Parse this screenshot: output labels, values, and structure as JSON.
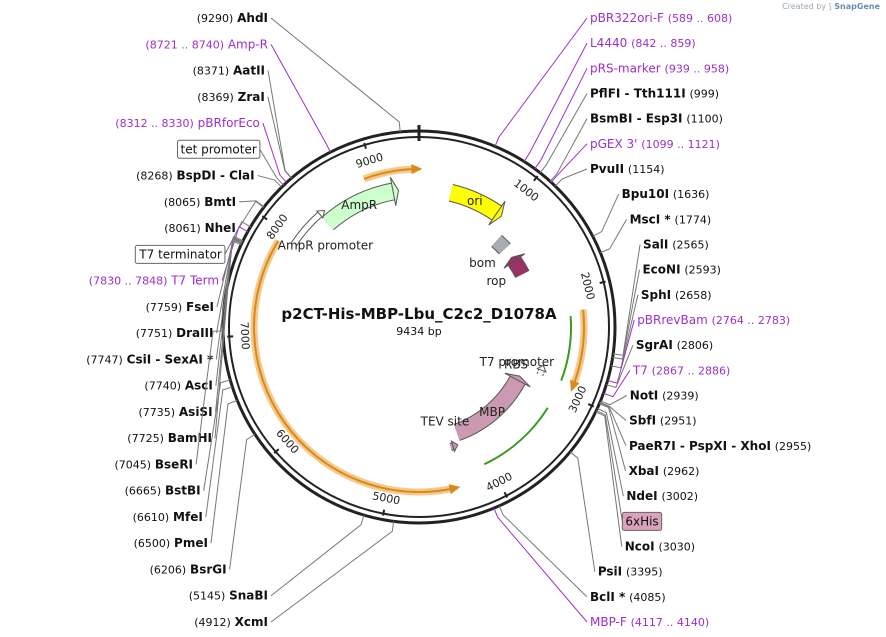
{
  "credit": {
    "prefix": "Created by",
    "brand": "SnapGene"
  },
  "plasmid": {
    "name": "p2CT-His-MBP-Lbu_C2c2_D1078A",
    "size_label": "9434 bp",
    "total_bp": 9434
  },
  "ticks": [
    {
      "bp": 1000,
      "label": "1000"
    },
    {
      "bp": 2000,
      "label": "2000"
    },
    {
      "bp": 3000,
      "label": "3000"
    },
    {
      "bp": 4000,
      "label": "4000"
    },
    {
      "bp": 5000,
      "label": "5000"
    },
    {
      "bp": 6000,
      "label": "6000"
    },
    {
      "bp": 7000,
      "label": "7000"
    },
    {
      "bp": 8000,
      "label": "8000"
    },
    {
      "bp": 9000,
      "label": "9000"
    }
  ],
  "features": [
    {
      "label": "AmpR",
      "bp_start": 8350,
      "bp_end": 9150,
      "color": "#ccffcc",
      "strand": "+"
    },
    {
      "label": "ori",
      "bp_start": 350,
      "bp_end": 900,
      "color": "#ffff00",
      "strand": "+"
    },
    {
      "label": "bom",
      "bp_start": 1100,
      "bp_end": 1250,
      "color": "#a8adb3",
      "strand": "none"
    },
    {
      "label": "rop",
      "bp_start": 1450,
      "bp_end": 1650,
      "color": "#993366",
      "strand": "-"
    },
    {
      "label": "AmpR promoter",
      "bp_start": 7950,
      "bp_end": 8350,
      "color": "#ffffff",
      "strand": "+"
    },
    {
      "label": "T7 promoter",
      "bp_start": 2867,
      "bp_end": 2886,
      "color": "#ffffff",
      "strand": "-"
    },
    {
      "label": "RBS",
      "bp_start": 2900,
      "bp_end": 2925,
      "color": "#ffffff",
      "strand": "none"
    },
    {
      "label": "MBP",
      "bp_start": 3100,
      "bp_end": 4200,
      "color": "#cc99b2",
      "strand": "-"
    },
    {
      "label": "TEV site",
      "bp_start": 4300,
      "bp_end": 4330,
      "color": "#cc99b2",
      "strand": "-"
    }
  ],
  "sites": [
    {
      "name": "AhdI",
      "pos": "(9290)",
      "bp": 9290,
      "kind": "enzyme",
      "side": "left"
    },
    {
      "name": "Amp-R",
      "pos": "(8721 .. 8740)",
      "bp": 8730,
      "kind": "primer",
      "side": "left"
    },
    {
      "name": "AatII",
      "pos": "(8371)",
      "bp": 8371,
      "kind": "enzyme",
      "side": "left"
    },
    {
      "name": "ZraI",
      "pos": "(8369)",
      "bp": 8369,
      "kind": "enzyme",
      "side": "left"
    },
    {
      "name": "pBRforEco",
      "pos": "(8312 .. 8330)",
      "bp": 8321,
      "kind": "primer",
      "side": "left"
    },
    {
      "name": "tet promoter",
      "pos": "",
      "bp": 8290,
      "kind": "boxed",
      "side": "left"
    },
    {
      "name": "BspDI - ClaI",
      "pos": "(8268)",
      "bp": 8268,
      "kind": "enzyme",
      "side": "left"
    },
    {
      "name": "BmtI",
      "pos": "(8065)",
      "bp": 8065,
      "kind": "enzyme",
      "side": "left"
    },
    {
      "name": "NheI",
      "pos": "(8061)",
      "bp": 8061,
      "kind": "enzyme",
      "side": "left"
    },
    {
      "name": "T7 terminator",
      "pos": "",
      "bp": 7880,
      "kind": "boxed",
      "side": "left"
    },
    {
      "name": "T7 Term",
      "pos": "(7830 .. 7848)",
      "bp": 7839,
      "kind": "primer",
      "side": "left"
    },
    {
      "name": "FseI",
      "pos": "(7759)",
      "bp": 7759,
      "kind": "enzyme",
      "side": "left"
    },
    {
      "name": "DraIII",
      "pos": "(7751)",
      "bp": 7751,
      "kind": "enzyme",
      "side": "left"
    },
    {
      "name": "CsiI - SexAI *",
      "pos": "(7747)",
      "bp": 7747,
      "kind": "enzyme",
      "side": "left"
    },
    {
      "name": "AscI",
      "pos": "(7740)",
      "bp": 7740,
      "kind": "enzyme",
      "side": "left"
    },
    {
      "name": "AsiSI",
      "pos": "(7735)",
      "bp": 7735,
      "kind": "enzyme",
      "side": "left"
    },
    {
      "name": "BamHI",
      "pos": "(7725)",
      "bp": 7725,
      "kind": "enzyme",
      "side": "left"
    },
    {
      "name": "BseRI",
      "pos": "(7045)",
      "bp": 7045,
      "kind": "enzyme",
      "side": "left"
    },
    {
      "name": "BstBI",
      "pos": "(6665)",
      "bp": 6665,
      "kind": "enzyme",
      "side": "left"
    },
    {
      "name": "MfeI",
      "pos": "(6610)",
      "bp": 6610,
      "kind": "enzyme",
      "side": "left"
    },
    {
      "name": "PmeI",
      "pos": "(6500)",
      "bp": 6500,
      "kind": "enzyme",
      "side": "left"
    },
    {
      "name": "BsrGI",
      "pos": "(6206)",
      "bp": 6206,
      "kind": "enzyme",
      "side": "left"
    },
    {
      "name": "SnaBI",
      "pos": "(5145)",
      "bp": 5145,
      "kind": "enzyme",
      "side": "left"
    },
    {
      "name": "XcmI",
      "pos": "(4912)",
      "bp": 4912,
      "kind": "enzyme",
      "side": "left"
    },
    {
      "name": "pBR322ori-F",
      "pos": "(589 .. 608)",
      "bp": 598,
      "kind": "primer",
      "side": "right"
    },
    {
      "name": "L4440",
      "pos": "(842 .. 859)",
      "bp": 850,
      "kind": "primer",
      "side": "right"
    },
    {
      "name": "pRS-marker",
      "pos": "(939 .. 958)",
      "bp": 948,
      "kind": "primer",
      "side": "right"
    },
    {
      "name": "PflFI - Tth111I",
      "pos": "(999)",
      "bp": 999,
      "kind": "enzyme",
      "side": "right"
    },
    {
      "name": "pGEX 3'",
      "pos": "(1099 .. 1121)",
      "bp": 1110,
      "kind": "primer",
      "side": "right"
    },
    {
      "name": "BsmBI - Esp3I",
      "pos": "(1100)",
      "bp": 1100,
      "kind": "enzyme",
      "side": "right"
    },
    {
      "name": "PvuII",
      "pos": "(1154)",
      "bp": 1154,
      "kind": "enzyme",
      "side": "right"
    },
    {
      "name": "Bpu10I",
      "pos": "(1636)",
      "bp": 1636,
      "kind": "enzyme",
      "side": "right"
    },
    {
      "name": "MscI *",
      "pos": "(1774)",
      "bp": 1774,
      "kind": "enzyme",
      "side": "right"
    },
    {
      "name": "SalI",
      "pos": "(2565)",
      "bp": 2565,
      "kind": "enzyme",
      "side": "right"
    },
    {
      "name": "EcoNI",
      "pos": "(2593)",
      "bp": 2593,
      "kind": "enzyme",
      "side": "right"
    },
    {
      "name": "SphI",
      "pos": "(2658)",
      "bp": 2658,
      "kind": "enzyme",
      "side": "right"
    },
    {
      "name": "pBRrevBam",
      "pos": "(2764 .. 2783)",
      "bp": 2773,
      "kind": "primer",
      "side": "right"
    },
    {
      "name": "SgrAI",
      "pos": "(2806)",
      "bp": 2806,
      "kind": "enzyme",
      "side": "right"
    },
    {
      "name": "T7",
      "pos": "(2867 .. 2886)",
      "bp": 2876,
      "kind": "primer",
      "side": "right"
    },
    {
      "name": "NotI",
      "pos": "(2939)",
      "bp": 2939,
      "kind": "enzyme",
      "side": "right"
    },
    {
      "name": "SbfI",
      "pos": "(2951)",
      "bp": 2951,
      "kind": "enzyme",
      "side": "right"
    },
    {
      "name": "PaeR7I - PspXI - XhoI",
      "pos": "(2955)",
      "bp": 2955,
      "kind": "enzyme",
      "side": "right"
    },
    {
      "name": "XbaI",
      "pos": "(2962)",
      "bp": 2962,
      "kind": "enzyme",
      "side": "right"
    },
    {
      "name": "NdeI",
      "pos": "(3002)",
      "bp": 3002,
      "kind": "enzyme",
      "side": "right"
    },
    {
      "name": "6xHis",
      "pos": "",
      "bp": 3020,
      "kind": "pinkbox",
      "side": "right"
    },
    {
      "name": "NcoI",
      "pos": "(3030)",
      "bp": 3030,
      "kind": "enzyme",
      "side": "right"
    },
    {
      "name": "PsiI",
      "pos": "(3395)",
      "bp": 3395,
      "kind": "enzyme",
      "side": "right"
    },
    {
      "name": "BclI *",
      "pos": "(4085)",
      "bp": 4085,
      "kind": "enzyme",
      "side": "right"
    },
    {
      "name": "MBP-F",
      "pos": "(4117 .. 4140)",
      "bp": 4128,
      "kind": "primer",
      "side": "right"
    }
  ]
}
